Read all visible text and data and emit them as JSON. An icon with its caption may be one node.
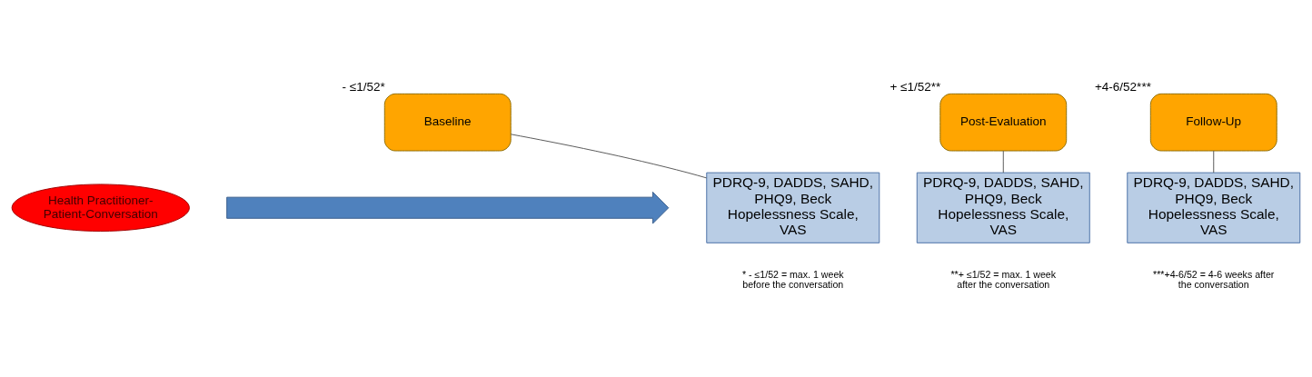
{
  "diagram": {
    "nodes": [
      {
        "text": [
          "Baseline"
        ],
        "beside": [
          "- ≤1/52*"
        ]
      },
      {
        "text": [
          "Post-Evaluation"
        ],
        "beside": [
          "+ ≤1/52**"
        ]
      },
      {
        "text": [
          "Follow-Up"
        ],
        "beside": [
          "+4-6/52***"
        ]
      },
      {
        "text": [
          "Health Practitioner-Patient-Conversation"
        ]
      },
      {
        "text": [],
        "shape": "arrow"
      },
      {
        "text": [
          "PDRQ-9, DADDS, SAHD, PHQ9, Beck Hopelessness Scale, VAS"
        ]
      },
      {
        "text": [
          "PDRQ-9, DADDS, SAHD, PHQ9, Beck Hopelessness Scale, VAS"
        ]
      },
      {
        "text": [
          "PDRQ-9, DADDS, SAHD, PHQ9, Beck Hopelessness Scale, VAS"
        ]
      }
    ],
    "edges": [
      {
        "from": 0,
        "to": 5,
        "arrow": "none"
      },
      {
        "from": 1,
        "to": 6,
        "arrow": "none"
      },
      {
        "from": 2,
        "to": 7,
        "arrow": "none"
      }
    ],
    "labels": [
      "* - ≤1/52 = max. 1 week before the conversation",
      "**+ ≤1/52 = max. 1 week after the conversation",
      "***+4-6/52 = 4-6 weeks after the conversation"
    ]
  }
}
